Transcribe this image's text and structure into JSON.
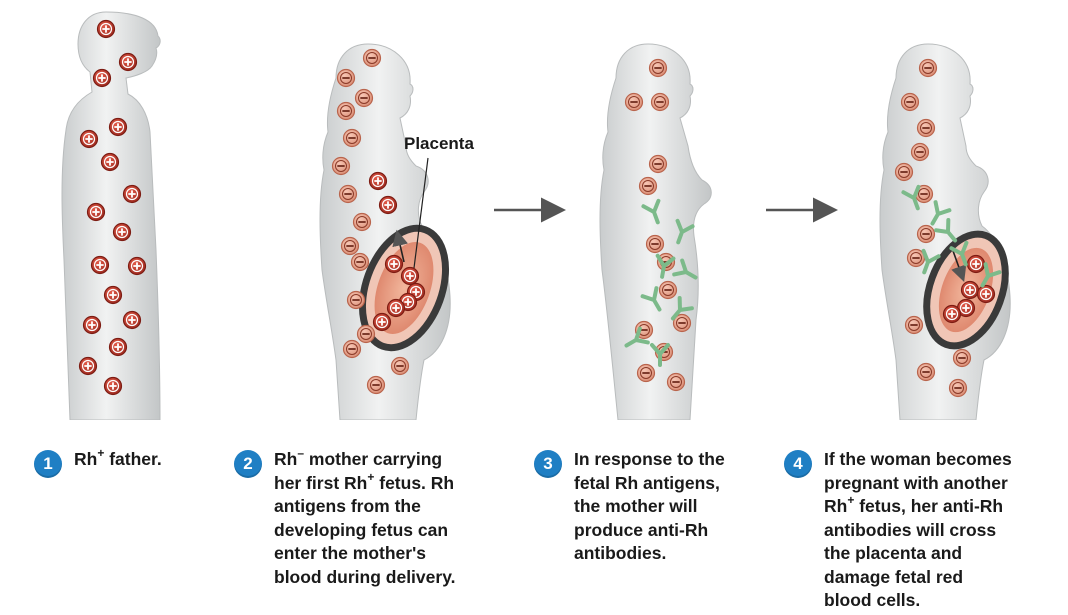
{
  "figure": {
    "placenta_label": "Placenta",
    "antigen_colors": {
      "positive": "#b23a2c",
      "negative": "#e6a38e",
      "antibody": "#7cba8a"
    },
    "icons": [
      "positive-antigen-icon",
      "negative-antigen-icon",
      "antibody-icon",
      "arrow-right-icon"
    ]
  },
  "steps": [
    {
      "number": "1",
      "lines": [
        {
          "pre": "Rh",
          "sup": "+",
          "post": " father."
        }
      ]
    },
    {
      "number": "2",
      "lines": [
        {
          "pre": "Rh",
          "sup": "–",
          "post": " mother carrying"
        },
        {
          "pre": "her first Rh",
          "sup": "+",
          "post": " fetus.  Rh"
        },
        {
          "pre": "antigens from the",
          "sup": "",
          "post": ""
        },
        {
          "pre": "developing fetus can",
          "sup": "",
          "post": ""
        },
        {
          "pre": "enter the mother's",
          "sup": "",
          "post": ""
        },
        {
          "pre": "blood during delivery.",
          "sup": "",
          "post": ""
        }
      ]
    },
    {
      "number": "3",
      "lines": [
        {
          "pre": "In response to the",
          "sup": "",
          "post": ""
        },
        {
          "pre": "fetal Rh antigens,",
          "sup": "",
          "post": ""
        },
        {
          "pre": "the mother will",
          "sup": "",
          "post": ""
        },
        {
          "pre": "produce anti-Rh",
          "sup": "",
          "post": ""
        },
        {
          "pre": "antibodies.",
          "sup": "",
          "post": ""
        }
      ]
    },
    {
      "number": "4",
      "lines": [
        {
          "pre": "If the woman becomes",
          "sup": "",
          "post": ""
        },
        {
          "pre": "pregnant with another",
          "sup": "",
          "post": ""
        },
        {
          "pre": "Rh",
          "sup": "+",
          "post": " fetus, her anti-Rh"
        },
        {
          "pre": "antibodies will cross",
          "sup": "",
          "post": ""
        },
        {
          "pre": "the placenta and",
          "sup": "",
          "post": ""
        },
        {
          "pre": "damage fetal red",
          "sup": "",
          "post": ""
        },
        {
          "pre": "blood cells.",
          "sup": "",
          "post": ""
        }
      ]
    }
  ]
}
